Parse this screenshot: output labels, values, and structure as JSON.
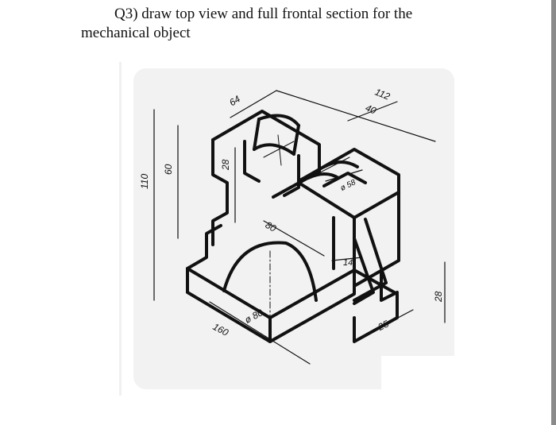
{
  "question": {
    "line1": "Q3)  draw top view and full frontal section for the",
    "line2": "mechanical object"
  },
  "drawing": {
    "dimensions": {
      "d112": "112",
      "d40": "40",
      "d64": "64",
      "d110": "110",
      "d60": "60",
      "d28_vertical": "28",
      "d80": "80",
      "d58": "ø 58",
      "d14": "14",
      "d80_arc": "ø 80",
      "d160": "160",
      "d25": "25",
      "d28_right": "28"
    },
    "colors": {
      "outline": "#111111",
      "panel": "#f2f2f2",
      "divider": "#8a8a8a"
    }
  }
}
